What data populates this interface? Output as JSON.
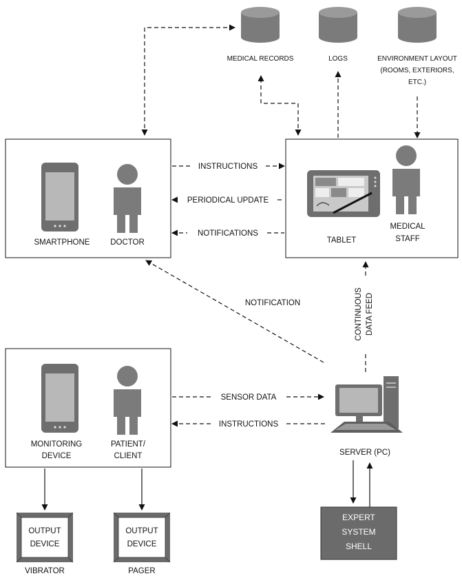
{
  "databases": {
    "medical_records": "MEDICAL RECORDS",
    "logs": "LOGS",
    "environment_layout": [
      "ENVIRONMENT LAYOUT",
      "(ROOMS, EXTERIORS,",
      "ETC.)"
    ]
  },
  "doctor_box": {
    "smartphone": "SMARTPHONE",
    "doctor": "DOCTOR"
  },
  "staff_box": {
    "tablet": "TABLET",
    "medical_staff": [
      "MEDICAL",
      "STAFF"
    ]
  },
  "patient_box": {
    "monitoring_device": [
      "MONITORING",
      "DEVICE"
    ],
    "patient": [
      "PATIENT/",
      "CLIENT"
    ]
  },
  "connections": {
    "instructions_top": "INSTRUCTIONS",
    "periodical_update": "PERIODICAL UPDATE",
    "notifications": "NOTIFICATIONS",
    "notification": "NOTIFICATION",
    "continuous_data_feed": [
      "CONTINUOUS",
      "DATA FEED"
    ],
    "sensor_data": "SENSOR DATA",
    "instructions_bottom": "INSTRUCTIONS"
  },
  "server": "SERVER (PC)",
  "expert_system": [
    "EXPERT",
    "SYSTEM",
    "SHELL"
  ],
  "outputs": {
    "vibrator_box": [
      "OUTPUT",
      "DEVICE"
    ],
    "vibrator_label": "VIBRATOR",
    "pager_box": [
      "OUTPUT",
      "DEVICE"
    ],
    "pager_label": "PAGER"
  }
}
